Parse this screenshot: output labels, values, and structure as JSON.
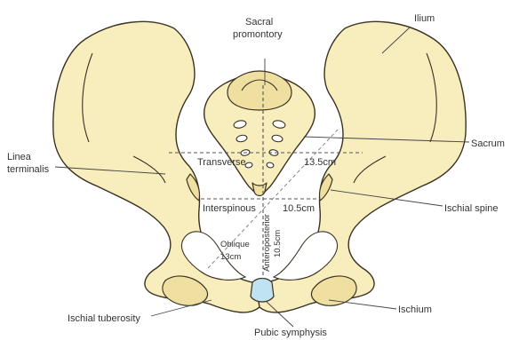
{
  "labels": {
    "sacral_promontory_line1": "Sacral",
    "sacral_promontory_line2": "promontory",
    "ilium": "Ilium",
    "linea_terminalis_line1": "Linea",
    "linea_terminalis_line2": "terminalis",
    "sacrum": "Sacrum",
    "transverse": "Transverse",
    "transverse_measure": "13.5cm",
    "interspinous": "Interspinous",
    "interspinous_measure": "10.5cm",
    "ischial_spine": "Ischial spine",
    "oblique": "Oblique",
    "oblique_measure": "13cm",
    "anteroposterior": "Anteroposterior",
    "anteroposterior_measure": "10.5cm",
    "ischial_tuberosity": "Ischial tuberosity",
    "ischium": "Ischium",
    "pubic_symphysis": "Pubic symphysis"
  },
  "colors": {
    "bone": "#f8edbd",
    "bone_shadow": "#efe0a2",
    "outline": "#3a3222",
    "symphysis": "#bfe3f2",
    "label_text": "#333333"
  }
}
